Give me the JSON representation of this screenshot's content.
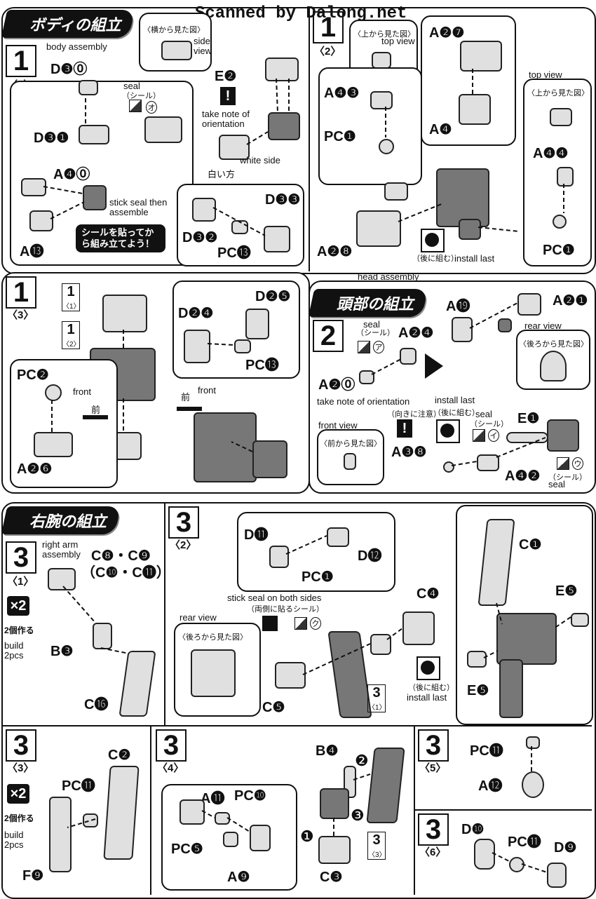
{
  "watermark": "Scanned by Dalong.net",
  "sections": {
    "body": {
      "banner": "ボディの組立",
      "step1_1": {
        "num": "1",
        "sub": "〈1〉",
        "en_label": "body assembly",
        "parts": {
          "d30": "D❸⓪",
          "d31": "D❸❶",
          "a40": "A❹⓪",
          "a13": "A⓭"
        },
        "seal_en": "seal",
        "seal_jp": "（シール）",
        "seal_code": "オ",
        "stick_seal_en": "stick seal then assemble",
        "stick_seal_jp": "シールを貼ってから組み立てよう！",
        "side_view_jp": "〈横から見た図〉",
        "side_view_en": "side view",
        "e2": "E❷",
        "orientation_en": "take note of orientation",
        "white_side_jp": "白い方",
        "white_side_en": "white side",
        "d33": "D❸❸",
        "d32": "D❸❷",
        "pc13": "PC⓭"
      },
      "step1_2": {
        "num": "1",
        "sub": "〈2〉",
        "top_view_jp": "〈上から見た図〉",
        "top_view_en": "top view",
        "a27": "A❷❼",
        "a4": "A❹",
        "a43": "A❹❸",
        "pc1": "PC❶",
        "a28": "A❷❽",
        "install_last_jp": "（後に組む）",
        "install_last_en": "install last",
        "top_view2_en": "top view",
        "top_view2_jp": "〈上から見た図〉",
        "a44": "A❹❹",
        "pc1b": "PC❶"
      },
      "step1_3": {
        "num": "1",
        "sub": "〈3〉",
        "ref1": "1",
        "ref1_sub": "〈1〉",
        "ref2": "1",
        "ref2_sub": "〈2〉",
        "pc2": "PC❷",
        "front_en": "front",
        "front_jp": "前",
        "a26": "A❷❻",
        "d24": "D❷❹",
        "d25": "D❷❺",
        "pc13": "PC⓭",
        "front2_jp": "前",
        "front2_en": "front"
      }
    },
    "head": {
      "en_label": "head assembly",
      "banner": "頭部の組立",
      "step2": {
        "num": "2",
        "seal_en": "seal",
        "seal_jp": "（シール）",
        "seal_code": "ア",
        "a24": "A❷❹",
        "a20": "A❷⓪",
        "a19": "A⓳",
        "a21": "A❷❶",
        "rear_view_en": "rear view",
        "rear_view_jp": "〈後ろから見た図〉",
        "orientation_en": "take note of orientation",
        "orientation_jp": "（向きに注意）",
        "install_last_en": "install last",
        "install_last_jp": "（後に組む）",
        "seal2_en": "seal",
        "seal2_jp": "（シール）",
        "seal2_code": "イ",
        "e1": "E❶",
        "front_view_en": "front view",
        "front_view_jp": "〈前から見た図〉",
        "a38": "A❸❽",
        "a42": "A❹❷",
        "seal3_code": "ウ",
        "seal3_jp": "（シール）",
        "seal3_en": "seal"
      }
    },
    "right_arm": {
      "banner": "右腕の組立",
      "step3_1": {
        "num": "3",
        "sub": "〈1〉",
        "en_label": "right arm assembly",
        "c_line1": "C❽・C❾",
        "c_line2": "（C❿・C⓫）",
        "x2": "×2",
        "make2_jp": "2個作る",
        "build_en": "build 2pcs",
        "b3": "B❸",
        "c16": "C⓰"
      },
      "step3_2": {
        "num": "3",
        "sub": "〈2〉",
        "d11": "D⓫",
        "d12": "D⓬",
        "pc1": "PC❶",
        "stick_both_en": "stick seal on both sides",
        "stick_both_jp": "（両側に貼るシール）",
        "seal_code": "ク",
        "rear_view_en": "rear view",
        "rear_view_jp": "〈後ろから見た図〉",
        "c4": "C❹",
        "c5": "C❺",
        "ref": "3",
        "ref_sub": "〈1〉",
        "install_last_jp": "（後に組む）",
        "install_last_en": "install last",
        "c1": "C❶",
        "e5a": "E❺",
        "e5b": "E❺"
      },
      "step3_3": {
        "num": "3",
        "sub": "〈3〉",
        "x2": "×2",
        "make2_jp": "2個作る",
        "build_en": "build 2pcs",
        "c2": "C❷",
        "pc11": "PC⓫",
        "f9": "F❾"
      },
      "step3_4": {
        "num": "3",
        "sub": "〈4〉",
        "a11": "A⓫",
        "pc10": "PC❿",
        "pc5": "PC❺",
        "a9": "A❾",
        "b4": "B❹",
        "c3": "C❸",
        "ref": "3",
        "ref_sub": "〈3〉",
        "n1": "❶",
        "n2": "❷",
        "n3": "❸"
      },
      "step3_5": {
        "num": "3",
        "sub": "〈5〉",
        "pc11": "PC⓫",
        "a12": "A⓬"
      },
      "step3_6": {
        "num": "3",
        "sub": "〈6〉",
        "d10": "D❿",
        "pc11": "PC⓫",
        "d9": "D❾"
      }
    }
  }
}
